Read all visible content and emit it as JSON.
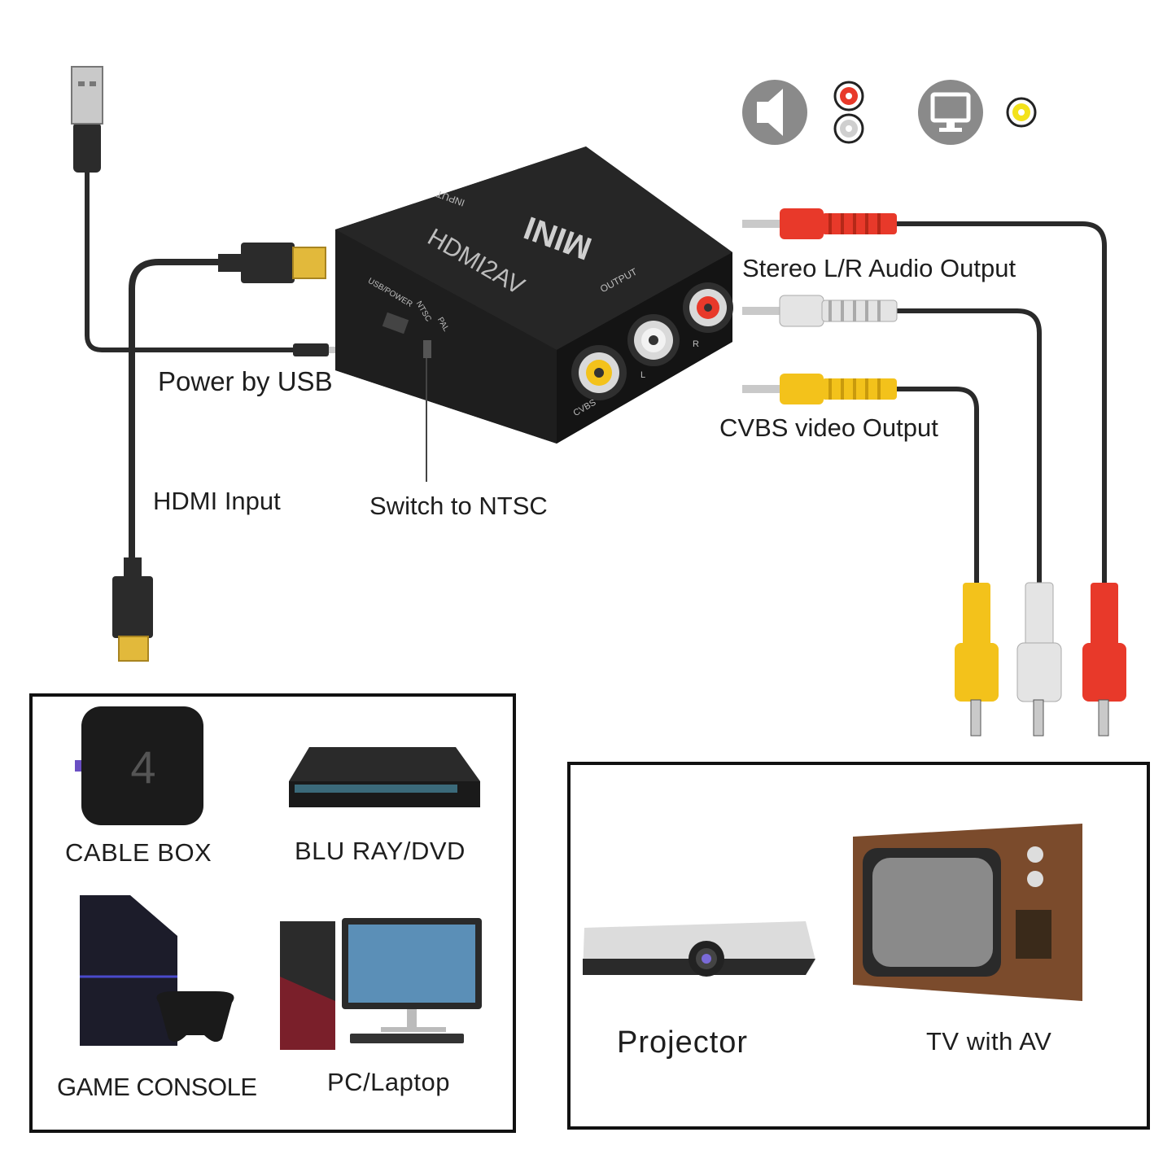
{
  "converter": {
    "brand_label": "MINI",
    "model_label": "HDMI2AV",
    "input_label": "INPUT",
    "output_label": "OUTPUT",
    "usb_power_label": "USB/POWER",
    "ntsc_label": "NTSC",
    "pal_label": "PAL",
    "cvbs_label": "CVBS",
    "left_label": "L",
    "right_label": "R"
  },
  "callouts": {
    "power": "Power by USB",
    "hdmi_input": "HDMI Input",
    "switch": "Switch to NTSC",
    "audio_output": "Stereo L/R Audio Output",
    "video_output": "CVBS video Output"
  },
  "source_devices": [
    {
      "label": "CABLE BOX",
      "icon": "cable-box-icon"
    },
    {
      "label": "BLU RAY/DVD",
      "icon": "bluray-player-icon"
    },
    {
      "label": "GAME CONSOLE",
      "icon": "game-console-icon"
    },
    {
      "label": "PC/Laptop",
      "icon": "pc-icon"
    }
  ],
  "output_devices": [
    {
      "label": "Projector",
      "icon": "projector-icon"
    },
    {
      "label": "TV with AV",
      "icon": "tv-icon"
    }
  ],
  "cable_box_badge": "4",
  "colors": {
    "cable": "#2a2a2a",
    "rca_red": "#e8392a",
    "rca_white": "#e4e4e4",
    "rca_yellow": "#f3c21b",
    "gold": "#e2b93b",
    "icon_gray": "#8a8a8a"
  }
}
